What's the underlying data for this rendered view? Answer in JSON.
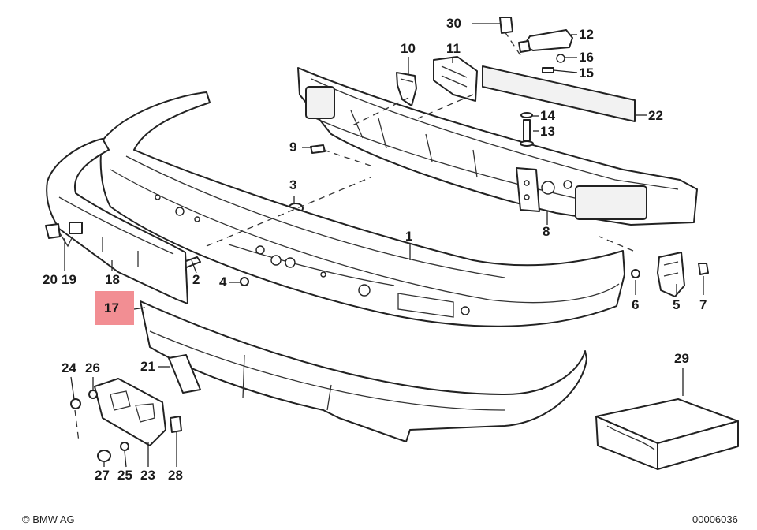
{
  "diagram": {
    "highlighted_part": "17",
    "callouts": {
      "c1": "1",
      "c2": "2",
      "c3": "3",
      "c4": "4",
      "c5": "5",
      "c6": "6",
      "c7": "7",
      "c8": "8",
      "c9": "9",
      "c10": "10",
      "c11": "11",
      "c12": "12",
      "c13": "13",
      "c14": "14",
      "c15": "15",
      "c16": "16",
      "c17": "17",
      "c18": "18",
      "c19": "19",
      "c20": "20",
      "c21": "21",
      "c22": "22",
      "c23": "23",
      "c24": "24",
      "c25": "25",
      "c26": "26",
      "c27": "27",
      "c28": "28",
      "c29": "29",
      "c30": "30"
    }
  },
  "footer": {
    "copyright_symbol": "©",
    "copyright": "BMW AG",
    "diagram_number": "00006036"
  },
  "colors": {
    "highlight": "#f28e93",
    "line": "#222222"
  }
}
